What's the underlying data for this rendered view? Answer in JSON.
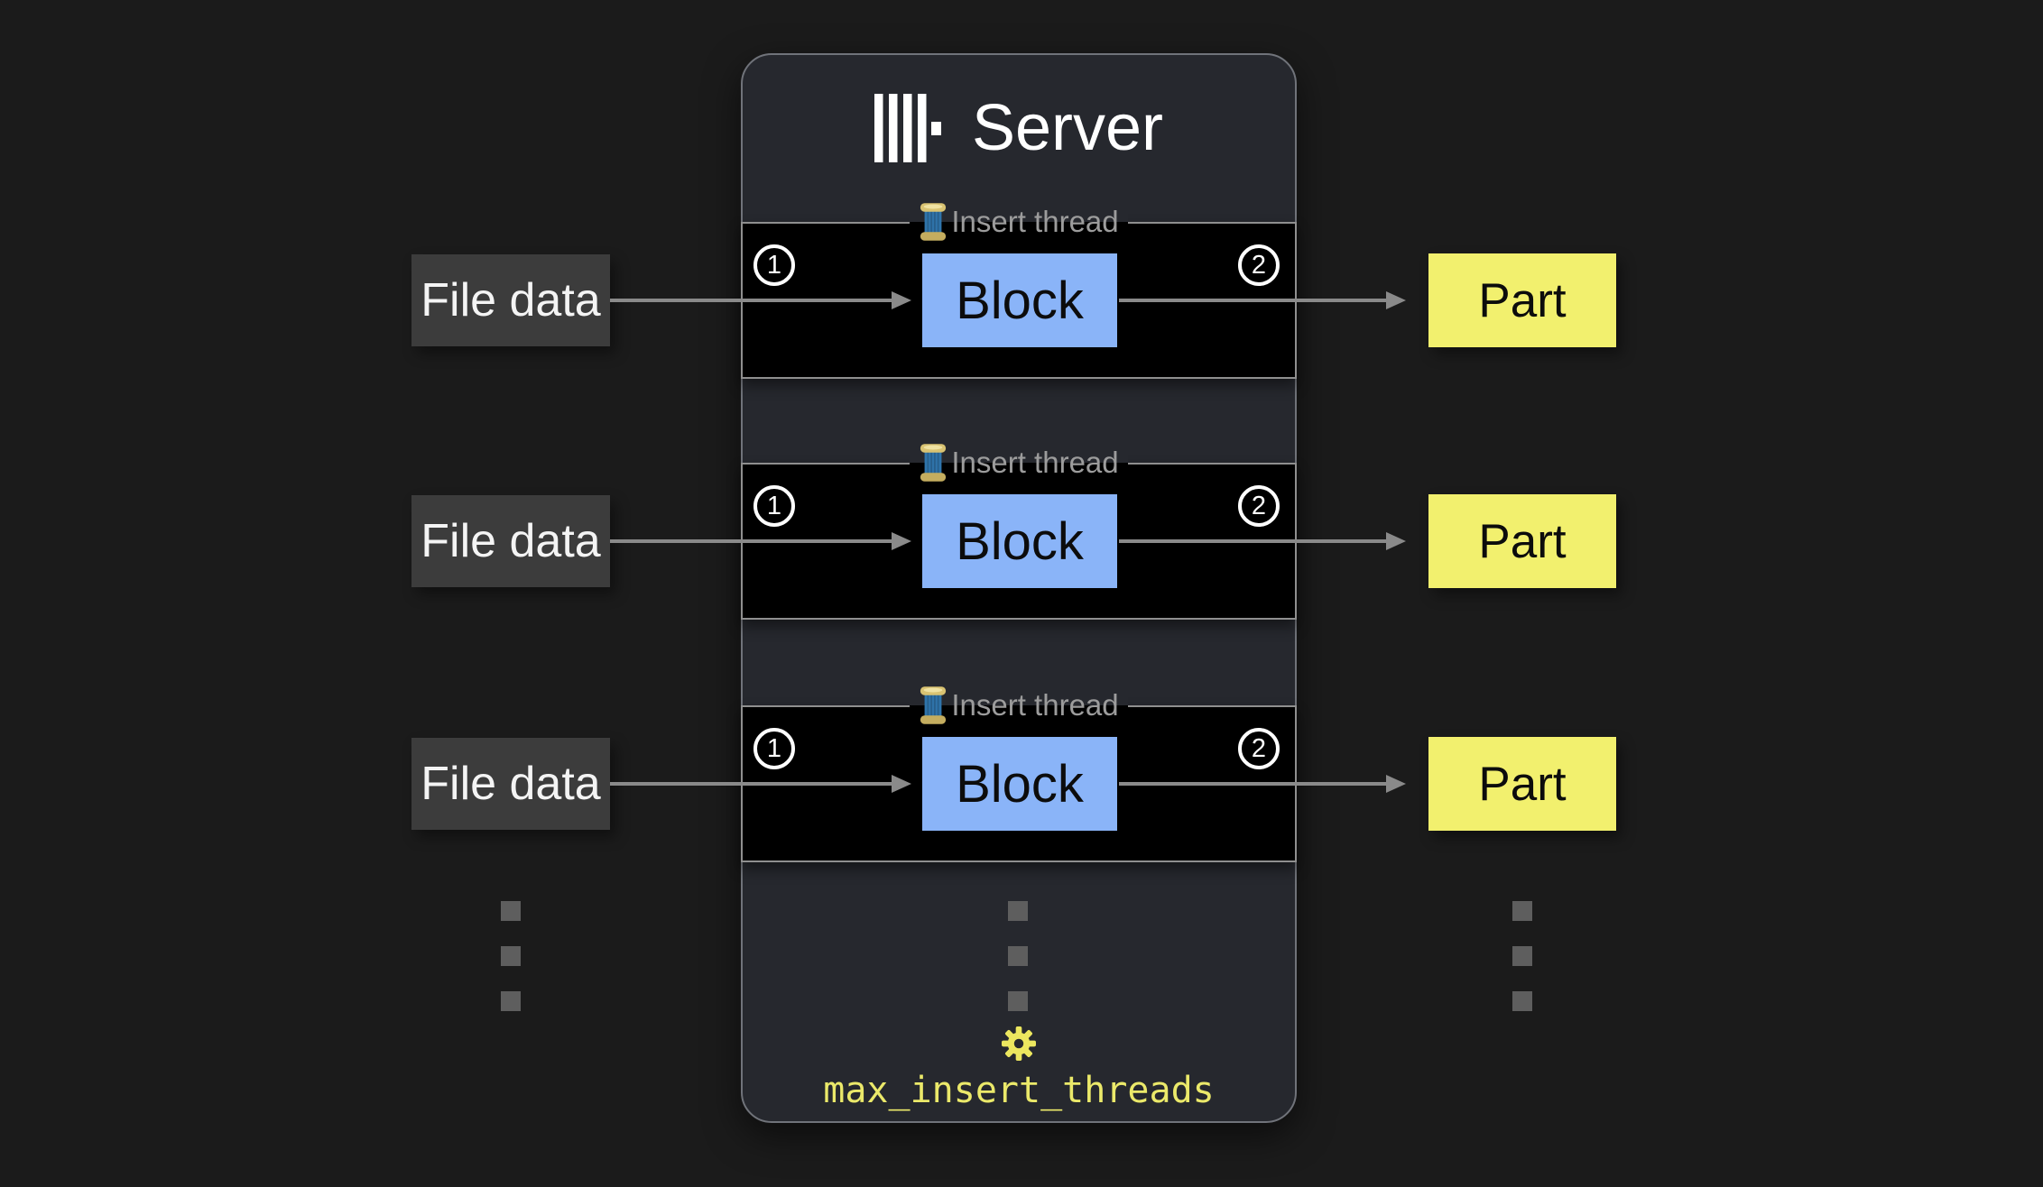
{
  "header": {
    "logo_icon": "clickhouse-logo",
    "title": "Server"
  },
  "threads": [
    {
      "legend": "Insert thread",
      "legend_icon": "thread-spool",
      "step_in": "1",
      "input": "File data",
      "block": "Block",
      "step_out": "2",
      "output": "Part"
    },
    {
      "legend": "Insert thread",
      "legend_icon": "thread-spool",
      "step_in": "1",
      "input": "File data",
      "block": "Block",
      "step_out": "2",
      "output": "Part"
    },
    {
      "legend": "Insert thread",
      "legend_icon": "thread-spool",
      "step_in": "1",
      "input": "File data",
      "block": "Block",
      "step_out": "2",
      "output": "Part"
    }
  ],
  "ellipsis": {
    "columns": 3,
    "dots_per_column": 3
  },
  "footer": {
    "icon": "gear",
    "setting": "max_insert_threads"
  },
  "colors": {
    "page_background": "#1b1b1b",
    "server_panel": "#26282e",
    "panel_border": "#70737a",
    "thread_row_fill": "#000000",
    "thread_row_border": "#8f8f8f",
    "block_fill": "#8ab4f8",
    "part_fill": "#f2f06e",
    "file_data_fill": "#3c3c3c",
    "arrow_gray": "#8a8a8a",
    "legend_text": "#9c9c9c",
    "setting_yellow": "#ebe96a",
    "title_white": "#ffffff",
    "dot_gray": "#5e5e5e"
  }
}
